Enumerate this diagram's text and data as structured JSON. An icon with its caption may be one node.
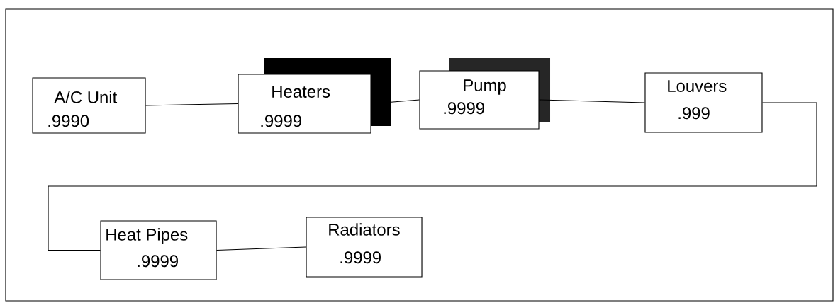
{
  "diagram": {
    "nodes": [
      {
        "text": [
          "A/C Unit",
          ".9990"
        ]
      },
      {
        "text": [
          "Heaters",
          ".9999"
        ]
      },
      {
        "text": [
          "Pump",
          ".9999"
        ]
      },
      {
        "text": [
          "Louvers",
          ".999"
        ]
      },
      {
        "text": [
          "Heat Pipes",
          ".9999"
        ]
      },
      {
        "text": [
          "Radiators",
          ".9999"
        ]
      }
    ],
    "edges": [
      {
        "from": 0,
        "to": 1,
        "arrow": "none"
      },
      {
        "from": 1,
        "to": 2,
        "arrow": "none"
      },
      {
        "from": 2,
        "to": 3,
        "arrow": "none"
      },
      {
        "from": 3,
        "to": 4,
        "arrow": "none"
      },
      {
        "from": 4,
        "to": 5,
        "arrow": "none"
      }
    ]
  }
}
